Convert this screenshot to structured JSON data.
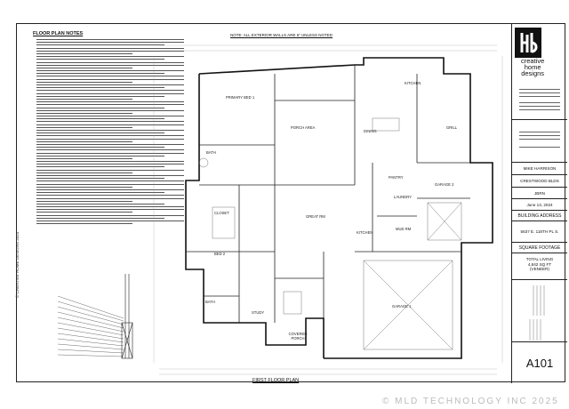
{
  "notes": {
    "title": "FLOOR PLAN NOTES",
    "vertical_text": "© CREATIVE HOME DESIGNS 2024"
  },
  "plan": {
    "top_note": "NOTE: ALL EXTERIOR WALLS ARE 6\" UNLESS NOTED",
    "title": "FIRST FLOOR PLAN",
    "rooms": {
      "primary_bed": "PRIMARY BED 1",
      "porch_area": "PORCH AREA",
      "dining": "DINING",
      "kitchen": "KITCHEN",
      "grill": "GRILL",
      "bath": "BATH",
      "closet": "CLOSET",
      "great_rm": "GREAT RM",
      "pantry": "PANTRY",
      "garage2": "GARAGE 2",
      "laundry": "LAUNDRY",
      "mud_rm": "MUD RM",
      "bed2": "BED 2",
      "bath2": "BATH",
      "study": "STUDY",
      "garage1": "GARAGE 1",
      "covered_porch": "COVERED PORCH",
      "kitchen2": "KITCHEN"
    }
  },
  "title_block": {
    "brand": [
      "creative",
      "home",
      "designs"
    ],
    "client": "MIKE HARRISON",
    "project": "CRESTWOOD BLDS",
    "drawn": "JBRN",
    "date": "June 13, 2024",
    "address_label": "BUILDING ADDRESS",
    "address": "5637 E. 118TH PL S.",
    "sqft_label": "SQUARE FOOTAGE",
    "total_living": "TOTAL LIVING",
    "total_value": "4,842 SQ FT",
    "veneer": "(VENEER)",
    "sheet": "A101"
  },
  "footer": "© MLD TECHNOLOGY INC 2025"
}
